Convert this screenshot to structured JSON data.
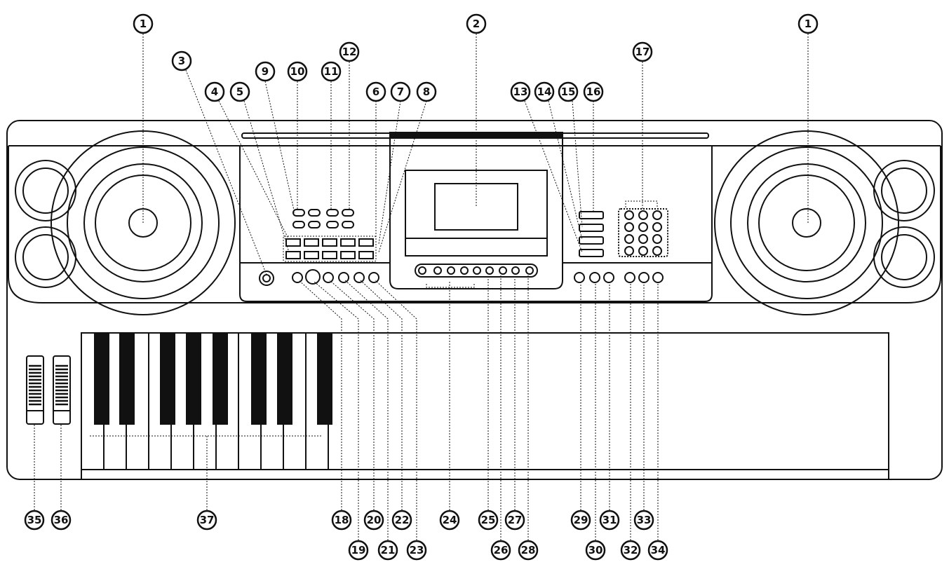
{
  "diagram": {
    "callouts": [
      {
        "id": "c1a",
        "label": "1"
      },
      {
        "id": "c1b",
        "label": "1"
      },
      {
        "id": "c2",
        "label": "2"
      },
      {
        "id": "c3",
        "label": "3"
      },
      {
        "id": "c4",
        "label": "4"
      },
      {
        "id": "c5",
        "label": "5"
      },
      {
        "id": "c6",
        "label": "6"
      },
      {
        "id": "c7",
        "label": "7"
      },
      {
        "id": "c8",
        "label": "8"
      },
      {
        "id": "c9",
        "label": "9"
      },
      {
        "id": "c10",
        "label": "10"
      },
      {
        "id": "c11",
        "label": "11"
      },
      {
        "id": "c12",
        "label": "12"
      },
      {
        "id": "c13",
        "label": "13"
      },
      {
        "id": "c14",
        "label": "14"
      },
      {
        "id": "c15",
        "label": "15"
      },
      {
        "id": "c16",
        "label": "16"
      },
      {
        "id": "c17",
        "label": "17"
      },
      {
        "id": "c18",
        "label": "18"
      },
      {
        "id": "c19",
        "label": "19"
      },
      {
        "id": "c20",
        "label": "20"
      },
      {
        "id": "c21",
        "label": "21"
      },
      {
        "id": "c22",
        "label": "22"
      },
      {
        "id": "c23",
        "label": "23"
      },
      {
        "id": "c24",
        "label": "24"
      },
      {
        "id": "c25",
        "label": "25"
      },
      {
        "id": "c26",
        "label": "26"
      },
      {
        "id": "c27",
        "label": "27"
      },
      {
        "id": "c28",
        "label": "28"
      },
      {
        "id": "c29",
        "label": "29"
      },
      {
        "id": "c30",
        "label": "30"
      },
      {
        "id": "c31",
        "label": "31"
      },
      {
        "id": "c32",
        "label": "32"
      },
      {
        "id": "c33",
        "label": "33"
      },
      {
        "id": "c34",
        "label": "34"
      },
      {
        "id": "c35",
        "label": "35"
      },
      {
        "id": "c36",
        "label": "36"
      },
      {
        "id": "c37",
        "label": "37"
      }
    ]
  }
}
